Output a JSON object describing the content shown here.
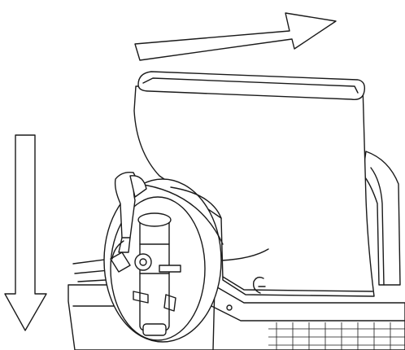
{
  "figure": {
    "subject": "slush-machine-bowl-removal",
    "stroke_color": "#1a1a1a",
    "background_color": "#ffffff",
    "arrows": [
      {
        "name": "slide-right-arrow",
        "direction": "right"
      },
      {
        "name": "pull-down-arrow",
        "direction": "down"
      }
    ]
  }
}
